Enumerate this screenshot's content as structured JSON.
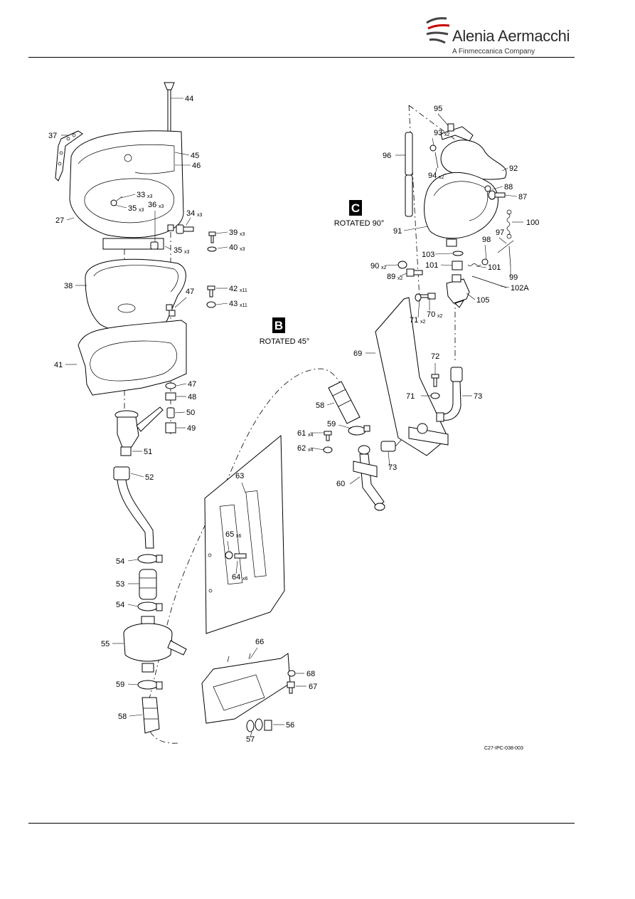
{
  "header": {
    "brand": "Alenia Aermacchi",
    "tagline": "A Finmeccanica Company"
  },
  "views": {
    "c_letter": "C",
    "c_caption": "ROTATED 90°",
    "b_letter": "B",
    "b_caption": "ROTATED 45°"
  },
  "callouts": [
    {
      "id": "44",
      "qty": ""
    },
    {
      "id": "37",
      "qty": ""
    },
    {
      "id": "45",
      "qty": ""
    },
    {
      "id": "46",
      "qty": ""
    },
    {
      "id": "33",
      "qty": "x3"
    },
    {
      "id": "35",
      "qty": "x3"
    },
    {
      "id": "36",
      "qty": "x3"
    },
    {
      "id": "34",
      "qty": "x3"
    },
    {
      "id": "27",
      "qty": ""
    },
    {
      "id": "39",
      "qty": "x3"
    },
    {
      "id": "40",
      "qty": "x3"
    },
    {
      "id": "35",
      "qty": "x3"
    },
    {
      "id": "38",
      "qty": ""
    },
    {
      "id": "42",
      "qty": "x11"
    },
    {
      "id": "47",
      "qty": ""
    },
    {
      "id": "43",
      "qty": "x11"
    },
    {
      "id": "41",
      "qty": ""
    },
    {
      "id": "47",
      "qty": ""
    },
    {
      "id": "48",
      "qty": ""
    },
    {
      "id": "50",
      "qty": ""
    },
    {
      "id": "49",
      "qty": ""
    },
    {
      "id": "51",
      "qty": ""
    },
    {
      "id": "52",
      "qty": ""
    },
    {
      "id": "54",
      "qty": ""
    },
    {
      "id": "53",
      "qty": ""
    },
    {
      "id": "54",
      "qty": ""
    },
    {
      "id": "55",
      "qty": ""
    },
    {
      "id": "59",
      "qty": ""
    },
    {
      "id": "58",
      "qty": ""
    },
    {
      "id": "95",
      "qty": ""
    },
    {
      "id": "93",
      "qty": "x2"
    },
    {
      "id": "96",
      "qty": ""
    },
    {
      "id": "94",
      "qty": "x2"
    },
    {
      "id": "92",
      "qty": ""
    },
    {
      "id": "88",
      "qty": ""
    },
    {
      "id": "87",
      "qty": ""
    },
    {
      "id": "100",
      "qty": ""
    },
    {
      "id": "91",
      "qty": ""
    },
    {
      "id": "97",
      "qty": ""
    },
    {
      "id": "98",
      "qty": ""
    },
    {
      "id": "103",
      "qty": ""
    },
    {
      "id": "101",
      "qty": ""
    },
    {
      "id": "90",
      "qty": "x2"
    },
    {
      "id": "101",
      "qty": ""
    },
    {
      "id": "99",
      "qty": ""
    },
    {
      "id": "89",
      "qty": "x2"
    },
    {
      "id": "102A",
      "qty": ""
    },
    {
      "id": "105",
      "qty": ""
    },
    {
      "id": "70",
      "qty": "x2"
    },
    {
      "id": "71",
      "qty": "x2"
    },
    {
      "id": "69",
      "qty": ""
    },
    {
      "id": "72",
      "qty": ""
    },
    {
      "id": "71",
      "qty": ""
    },
    {
      "id": "73",
      "qty": ""
    },
    {
      "id": "58",
      "qty": ""
    },
    {
      "id": "59",
      "qty": ""
    },
    {
      "id": "61",
      "qty": "x4"
    },
    {
      "id": "62",
      "qty": "x4"
    },
    {
      "id": "73",
      "qty": ""
    },
    {
      "id": "60",
      "qty": ""
    },
    {
      "id": "63",
      "qty": ""
    },
    {
      "id": "65",
      "qty": "x6"
    },
    {
      "id": "64",
      "qty": "x6"
    },
    {
      "id": "66",
      "qty": ""
    },
    {
      "id": "68",
      "qty": ""
    },
    {
      "id": "67",
      "qty": ""
    },
    {
      "id": "56",
      "qty": ""
    },
    {
      "id": "57",
      "qty": ""
    }
  ],
  "figure_ref": "C27-IPC-038-003"
}
